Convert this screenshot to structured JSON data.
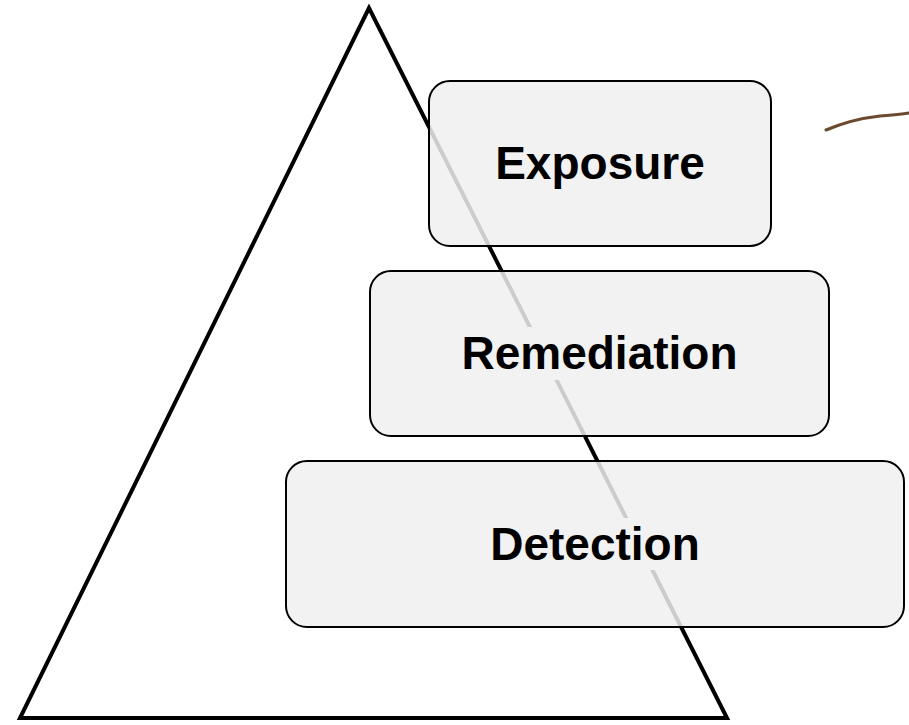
{
  "diagram": {
    "nodes": [
      {
        "text": [
          "Exposure"
        ]
      },
      {
        "text": [
          "Remediation"
        ]
      },
      {
        "text": [
          "Detection"
        ]
      }
    ]
  }
}
